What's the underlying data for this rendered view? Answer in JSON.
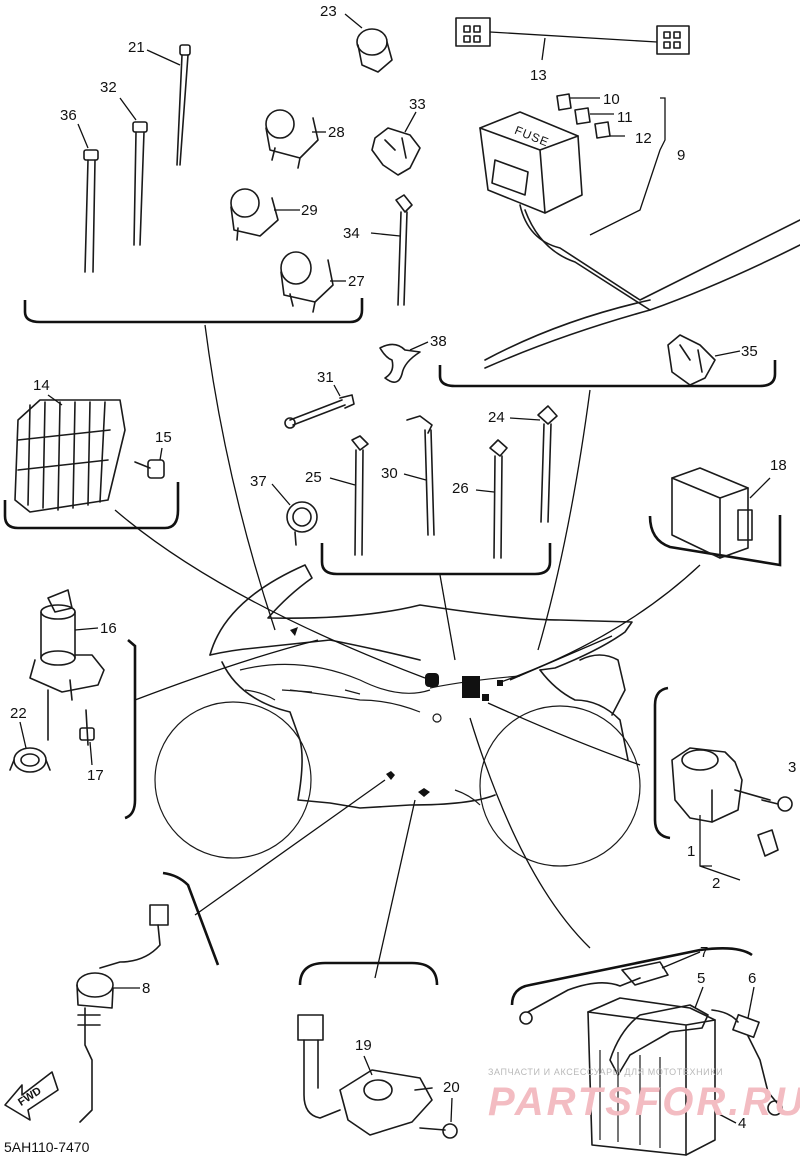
{
  "diagram": {
    "code": "5AH110-7470",
    "fwd_label": "FWD",
    "fuse_label": "FUSE",
    "watermark": {
      "line1": "ЗАПЧАСТИ И АКСЕССУАРЫ ДЛЯ МОТОТЕХНИКИ",
      "line2": "PARTSFOR.RU"
    },
    "callouts": [
      "1",
      "2",
      "3",
      "4",
      "5",
      "6",
      "7",
      "8",
      "9",
      "10",
      "11",
      "12",
      "13",
      "14",
      "15",
      "16",
      "17",
      "19",
      "18",
      "20",
      "21",
      "22",
      "23",
      "24",
      "25",
      "26",
      "27",
      "28",
      "29",
      "30",
      "31",
      "32",
      "33",
      "34",
      "35",
      "36",
      "37",
      "38"
    ]
  }
}
